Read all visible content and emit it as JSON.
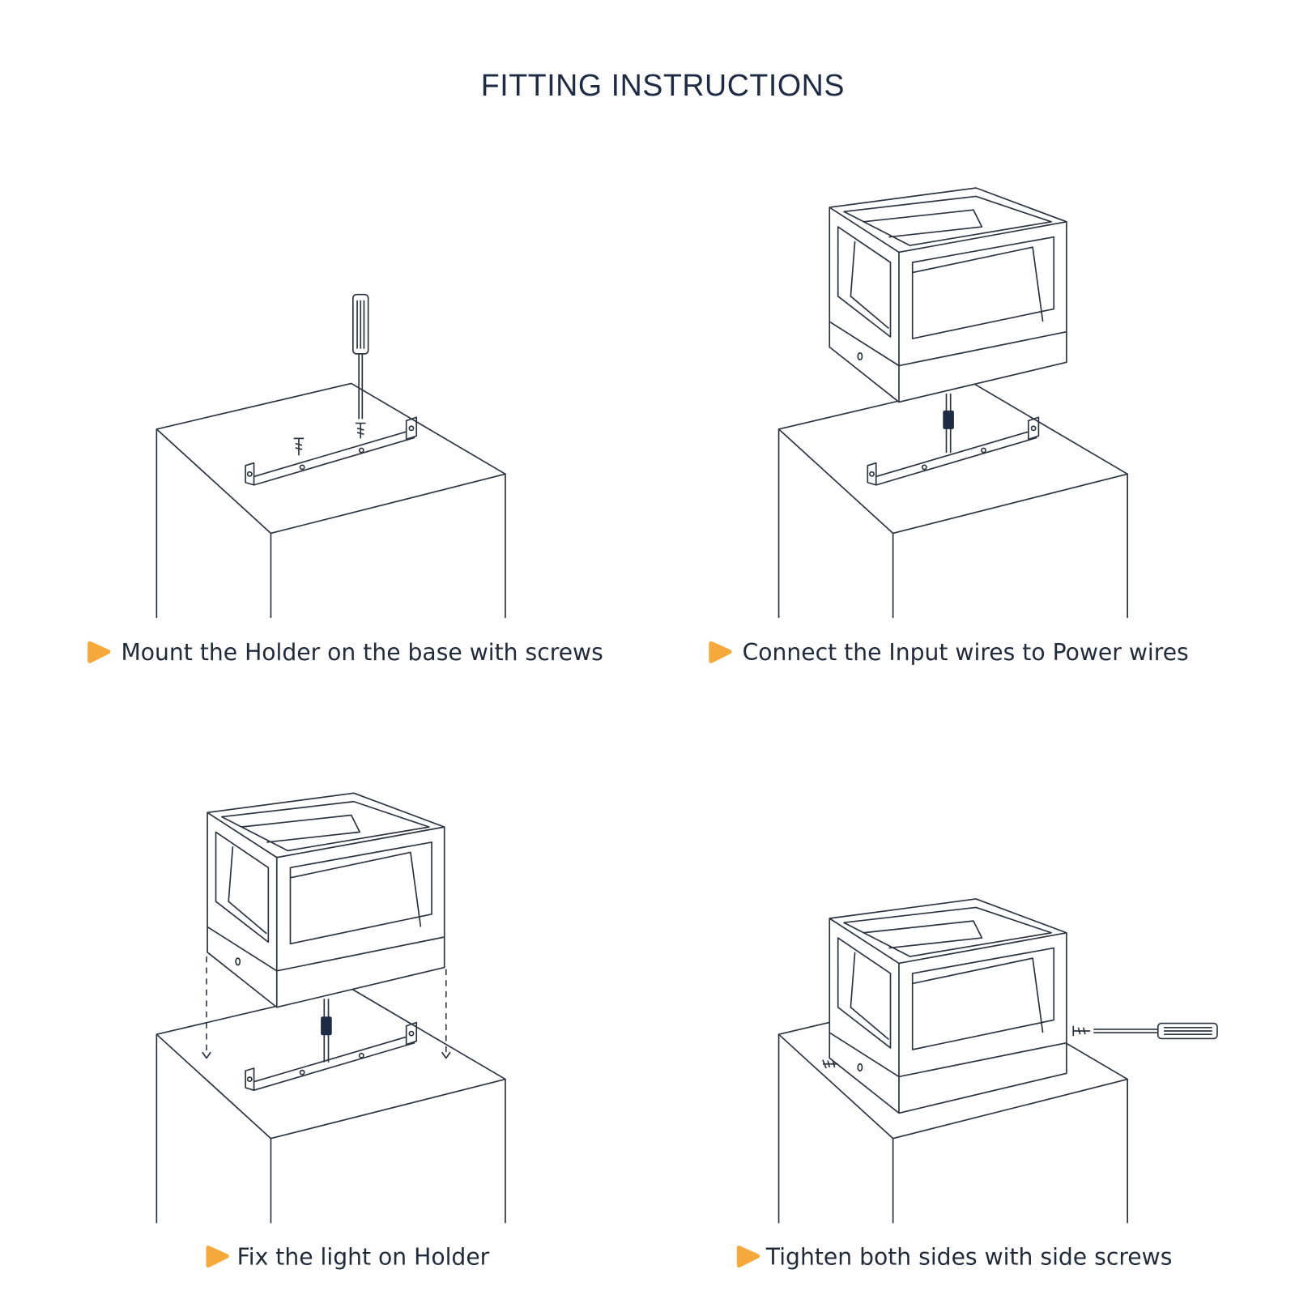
{
  "title": "FITTING INSTRUCTIONS",
  "steps": [
    {
      "caption": "Mount the Holder on the base with screws"
    },
    {
      "caption": "Connect the Input wires to Power wires"
    },
    {
      "caption": "Fix the light on Holder"
    },
    {
      "caption": "Tighten both sides with side screws"
    }
  ],
  "colors": {
    "bullet": "#F5A93A",
    "text": "#1f2a3a",
    "connector": "#1d2b44"
  }
}
